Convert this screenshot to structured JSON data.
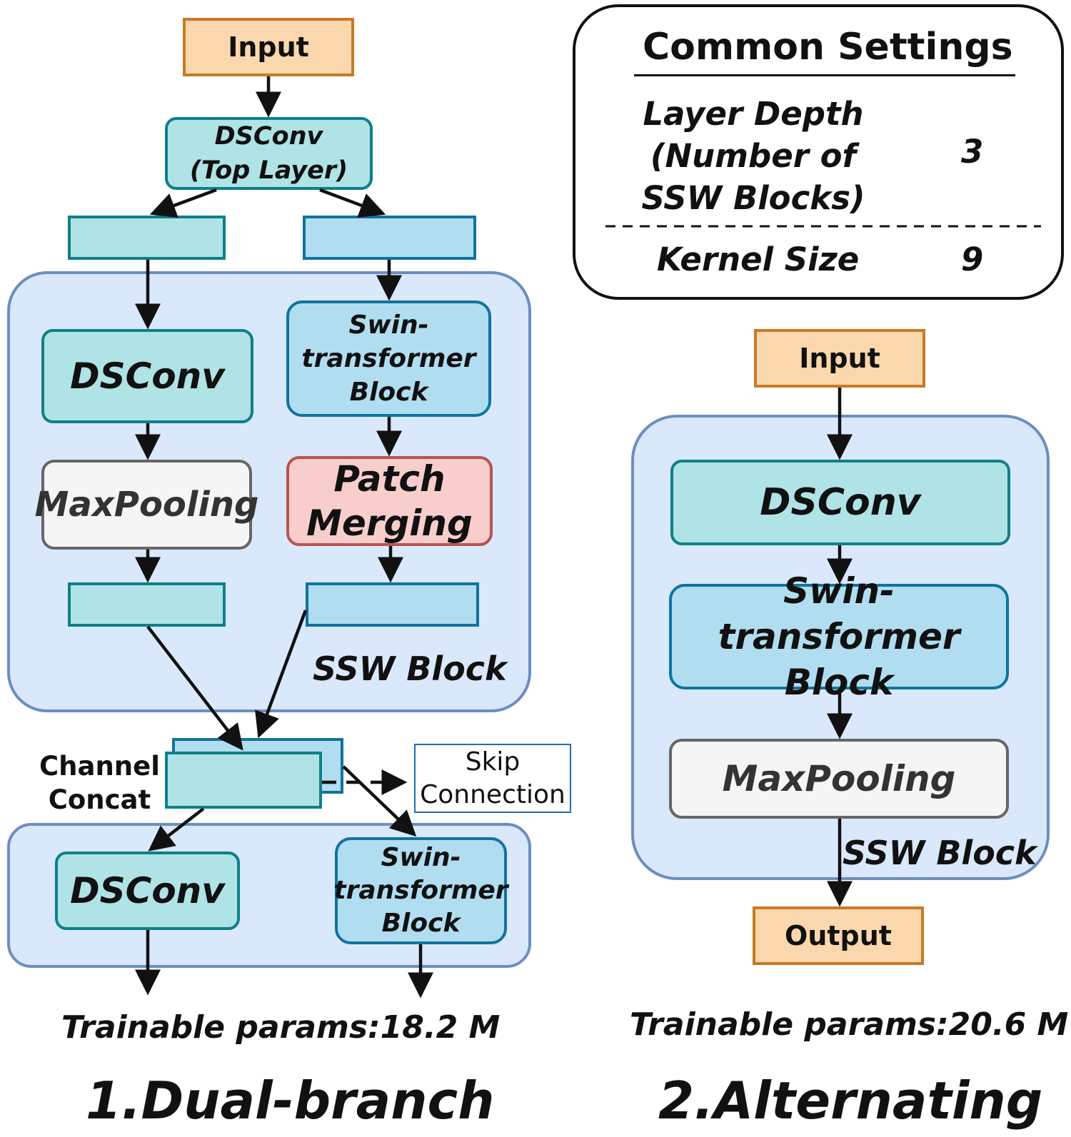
{
  "dual": {
    "input": "Input",
    "top_conv": [
      "DSConv",
      "(Top Layer)"
    ],
    "dsconv": "DSConv",
    "maxpool": "MaxPooling",
    "swin": [
      "Swin-",
      "transformer",
      "Block"
    ],
    "patch": [
      "Patch",
      "Merging"
    ],
    "ssw_label": "SSW Block",
    "concat": [
      "Channel",
      "Concat"
    ],
    "skip": [
      "Skip",
      "Connection"
    ],
    "dsconv2": "DSConv",
    "swin2": [
      "Swin-",
      "transformer",
      "Block"
    ],
    "params": "Trainable params:18.2 M",
    "title": "1.Dual-branch"
  },
  "settings": {
    "title": "Common Settings",
    "depth_label": [
      "Layer Depth",
      "(Number of",
      "SSW Blocks)"
    ],
    "depth_value": "3",
    "kernel_label": "Kernel Size",
    "kernel_value": "9"
  },
  "alt": {
    "input": "Input",
    "dsconv": "DSConv",
    "swin": [
      "Swin-transformer",
      "Block"
    ],
    "maxpool": "MaxPooling",
    "ssw_label": "SSW Block",
    "output": "Output",
    "params": "Trainable params:20.6 M",
    "title": "2.Alternating"
  }
}
